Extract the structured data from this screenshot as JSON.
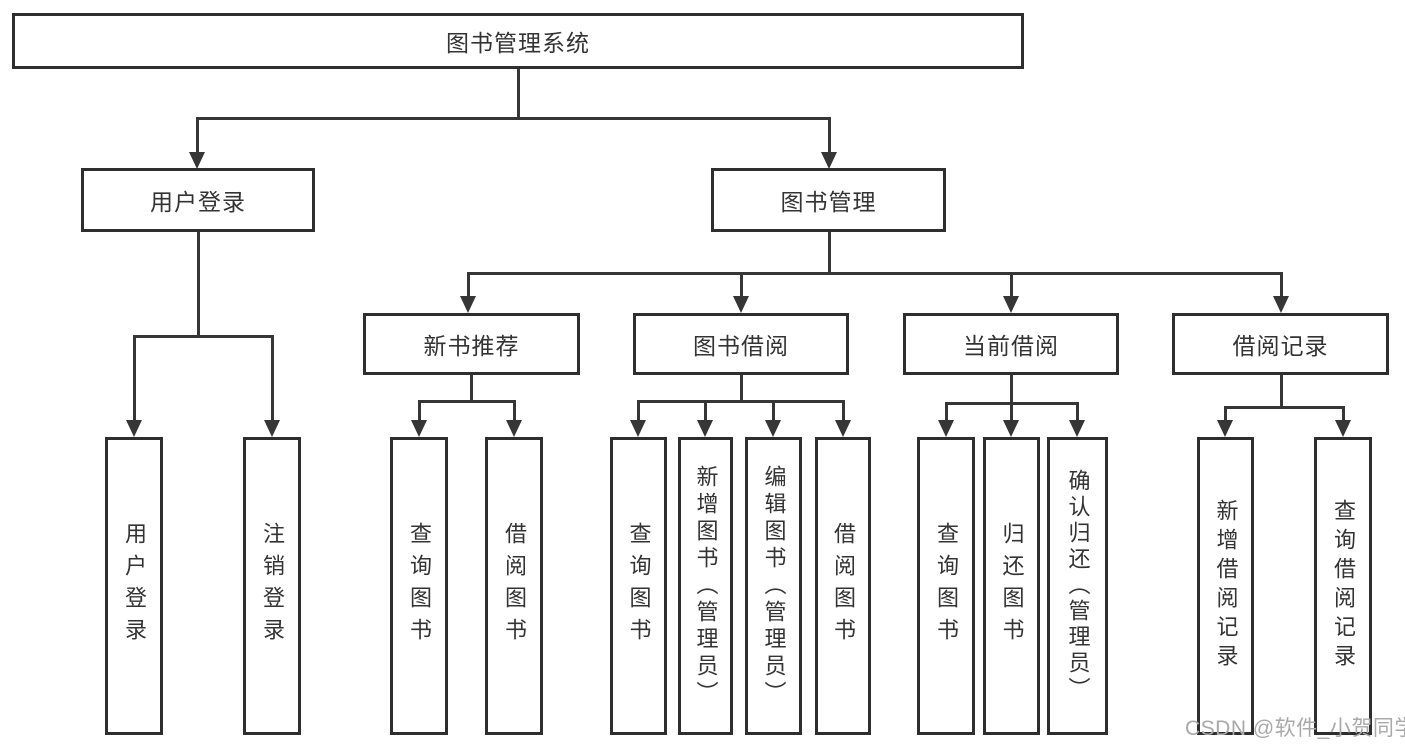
{
  "diagram": {
    "title": "图书管理系统",
    "root": {
      "label": "图书管理系统"
    },
    "level2": {
      "user_login": {
        "label": "用户登录"
      },
      "book_mgmt": {
        "label": "图书管理"
      }
    },
    "level3": {
      "new_book": {
        "label": "新书推荐"
      },
      "book_borrow": {
        "label": "图书借阅"
      },
      "current_borrow": {
        "label": "当前借阅"
      },
      "borrow_record": {
        "label": "借阅记录"
      }
    },
    "leaves": {
      "user_login_1": {
        "label": "用户登录"
      },
      "user_login_2": {
        "label": "注销登录"
      },
      "new_book_1": {
        "label": "查询图书"
      },
      "new_book_2": {
        "label": "借阅图书"
      },
      "book_borrow_1": {
        "label": "查询图书"
      },
      "book_borrow_2": {
        "label": "新增图书（管理员）"
      },
      "book_borrow_3": {
        "label": "编辑图书（管理员）"
      },
      "book_borrow_4": {
        "label": "借阅图书"
      },
      "current_borrow_1": {
        "label": "查询图书"
      },
      "current_borrow_2": {
        "label": "归还图书"
      },
      "current_borrow_3": {
        "label": "确认归还（管理员）"
      },
      "borrow_record_1": {
        "label": "新增借阅记录"
      },
      "borrow_record_2": {
        "label": "查询借阅记录"
      }
    },
    "watermark": "CSDN @软件_小贺同学",
    "colors": {
      "line": "#363636",
      "box_border": "#2e2e2e",
      "text": "#333333",
      "watermark": "#a9a9a9",
      "background": "#ffffff"
    }
  }
}
